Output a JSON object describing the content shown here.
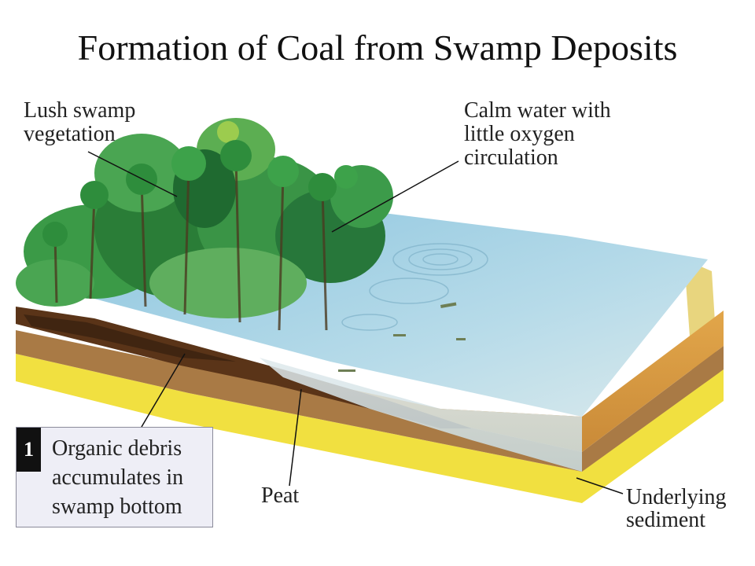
{
  "title": "Formation of Coal from Swamp Deposits",
  "labels": {
    "vegetation": [
      "Lush swamp",
      "vegetation"
    ],
    "water": [
      "Calm water with",
      "little oxygen",
      "circulation"
    ],
    "peat": "Peat",
    "underlying": [
      "Underlying",
      "sediment"
    ]
  },
  "step": {
    "number": "1",
    "text": [
      "Organic debris",
      "accumulates in",
      "swamp bottom"
    ]
  },
  "colors": {
    "water": "#a9d3e6",
    "peat": "#5a3418",
    "sand": "#d9a04a",
    "mud": "#a97a45",
    "underlying": "#f1e040",
    "vegetation": "#2f8a3a"
  }
}
